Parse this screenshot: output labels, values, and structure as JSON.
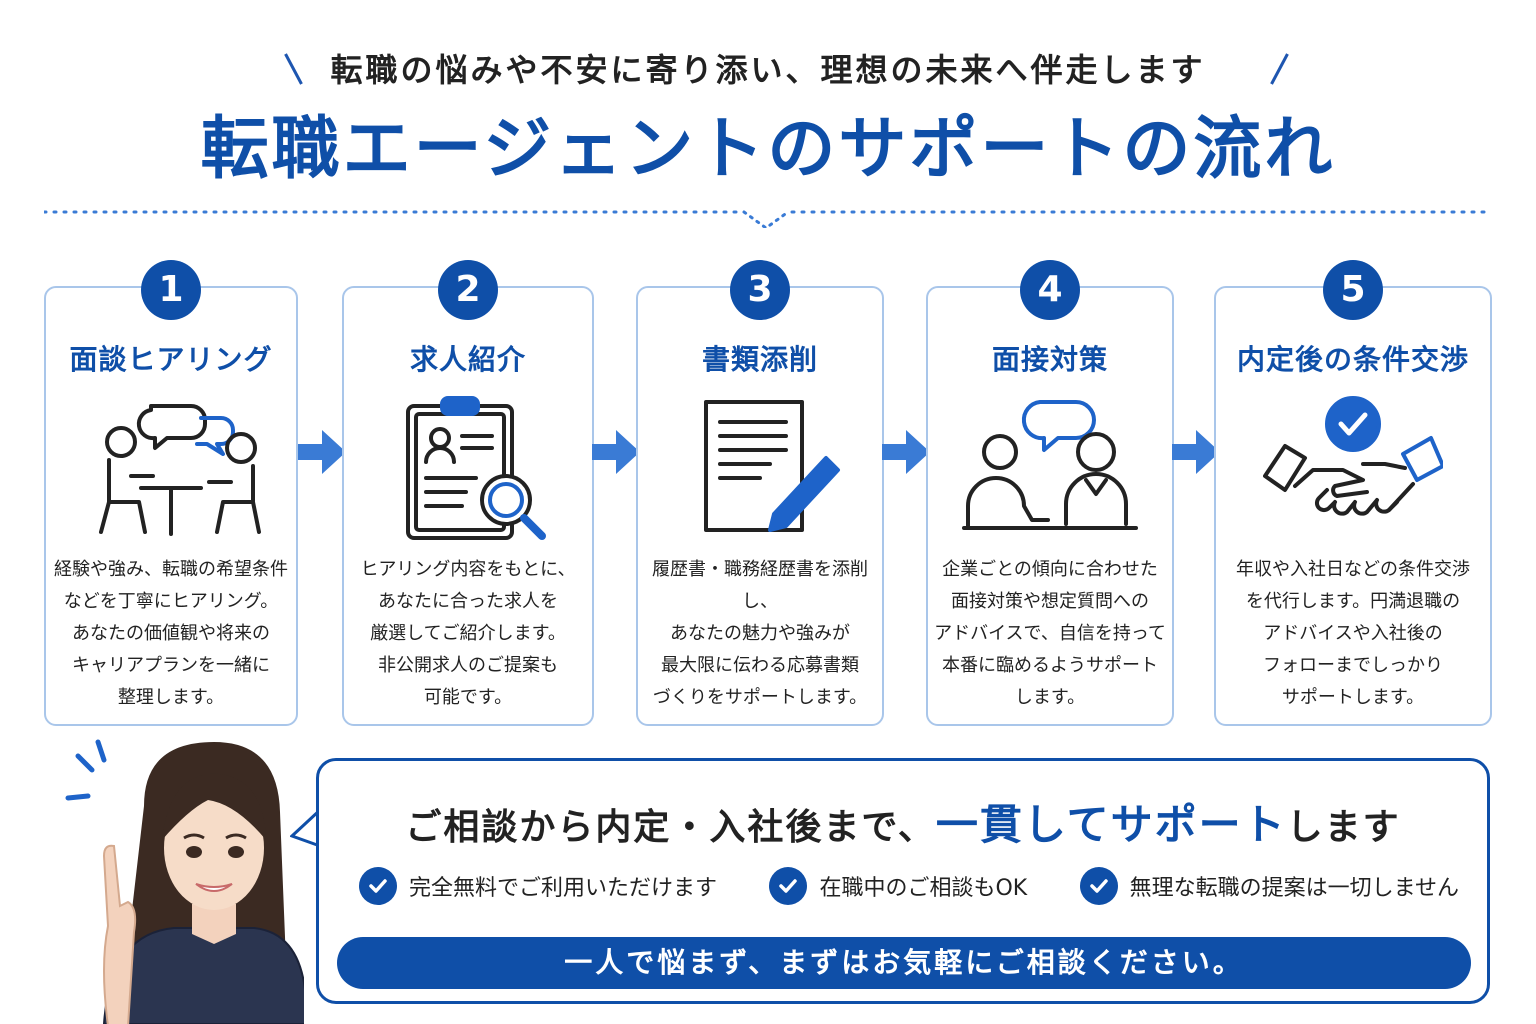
{
  "header": {
    "subtitle": "転職の悩みや不安に寄り添い、理想の未来へ伴走します",
    "title": "転職エージェントのサポートの流れ"
  },
  "steps": [
    {
      "number": "1",
      "title": "面談ヒアリング",
      "icon": "meeting-icon",
      "desc": [
        "経験や強み、転職の希望条件",
        "などを丁寧にヒアリング。",
        "あなたの価値観や将来の",
        "キャリアプランを一緒に",
        "整理します。"
      ]
    },
    {
      "number": "2",
      "title": "求人紹介",
      "icon": "clipboard-search-icon",
      "desc": [
        "ヒアリング内容をもとに、",
        "あなたに合った求人を",
        "厳選してご紹介します。",
        "非公開求人のご提案も",
        "可能です。"
      ]
    },
    {
      "number": "3",
      "title": "書類添削",
      "icon": "document-pen-icon",
      "desc": [
        "履歴書・職務経歴書を添削し、",
        "あなたの魅力や強みが",
        "最大限に伝わる応募書類",
        "づくりをサポートします。"
      ]
    },
    {
      "number": "4",
      "title": "面接対策",
      "icon": "interview-icon",
      "desc": [
        "企業ごとの傾向に合わせた",
        "面接対策や想定質問への",
        "アドバイスで、自信を持って",
        "本番に臨めるようサポート",
        "します。"
      ]
    },
    {
      "number": "5",
      "title": "内定後の条件交渉",
      "icon": "handshake-icon",
      "desc": [
        "年収や入社日などの条件交渉",
        "を代行します。円満退職の",
        "アドバイスや入社後の",
        "フォローまでしっかり",
        "サポートします。"
      ]
    }
  ],
  "bottom": {
    "tagline_pre": "ご相談から内定・入社後まで、",
    "tagline_highlight": "一貫してサポート",
    "tagline_post": "します",
    "features": [
      "完全無料でご利用いただけます",
      "在職中のご相談もOK",
      "無理な転職の提案は一切しません"
    ],
    "cta": "一人で悩まず、まずはお気軽にご相談ください。"
  },
  "colors": {
    "primary": "#0f4fa8",
    "card_border": "#a9c6ea",
    "arrow": "#3a7bd5"
  }
}
